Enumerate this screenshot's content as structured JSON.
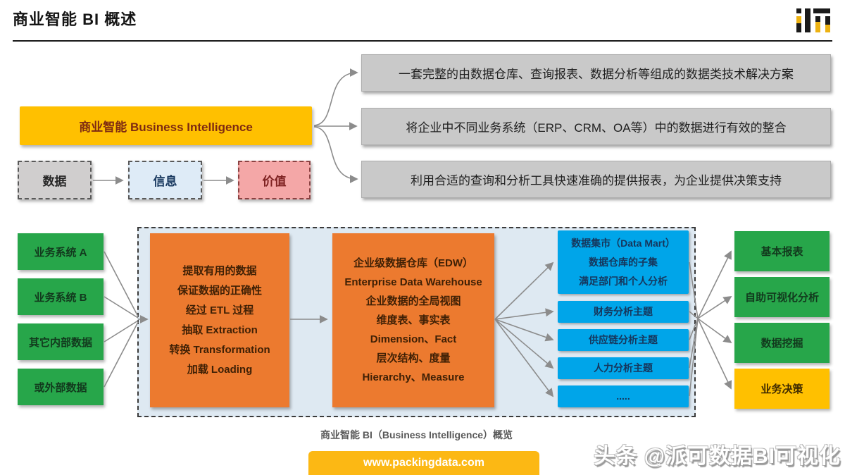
{
  "header": {
    "title": "商业智能 BI 概述"
  },
  "top": {
    "bi_box_label": "商业智能 Business Intelligence",
    "flow": [
      {
        "label": "数据"
      },
      {
        "label": "信息"
      },
      {
        "label": "价值"
      }
    ],
    "bullets": [
      "一套完整的由数据仓库、查询报表、数据分析等组成的数据类技术解决方案",
      "将企业中不同业务系统（ERP、CRM、OA等）中的数据进行有效的整合",
      "利用合适的查询和分析工具快速准确的提供报表，为企业提供决策支持"
    ]
  },
  "diagram": {
    "sources": [
      "业务系统 A",
      "业务系统 B",
      "其它内部数据",
      "或外部数据"
    ],
    "etl_lines": [
      "提取有用的数据",
      "保证数据的正确性",
      "经过 ETL 过程",
      "抽取 Extraction",
      "转换 Transformation",
      "加载 Loading"
    ],
    "edw_lines": [
      "企业级数据仓库（EDW）",
      "Enterprise Data Warehouse",
      "企业数据的全局视图",
      "维度表、事实表",
      "Dimension、Fact",
      "层次结构、度量",
      "Hierarchy、Measure"
    ],
    "marts": [
      {
        "lines": [
          "数据集市（Data Mart）",
          "数据仓库的子集",
          "满足部门和个人分析"
        ]
      },
      {
        "lines": [
          "财务分析主题"
        ]
      },
      {
        "lines": [
          "供应链分析主题"
        ]
      },
      {
        "lines": [
          "人力分析主题"
        ]
      },
      {
        "lines": [
          "....."
        ]
      }
    ],
    "outputs": [
      {
        "label": "基本报表",
        "type": "green"
      },
      {
        "label": "自助可视化分析",
        "type": "green"
      },
      {
        "label": "数据挖掘",
        "type": "green"
      },
      {
        "label": "业务决策",
        "type": "yellow"
      }
    ],
    "caption": "商业智能 BI（Business Intelligence）概览"
  },
  "footer": {
    "website": "www.packingdata.com",
    "watermark": "头条 @派可数据BI可视化"
  },
  "colors": {
    "accent_yellow": "#FFC000",
    "green": "#27A64A",
    "orange": "#EC7A2F",
    "mart_blue": "#00A5E9",
    "gray_bullet": "#C9C9C9",
    "panel_blue": "#DEE9F2",
    "flow_data_gray": "#D0CECE",
    "flow_info_blue": "#DEEBF7",
    "flow_value_pink": "#F4A7A7"
  }
}
